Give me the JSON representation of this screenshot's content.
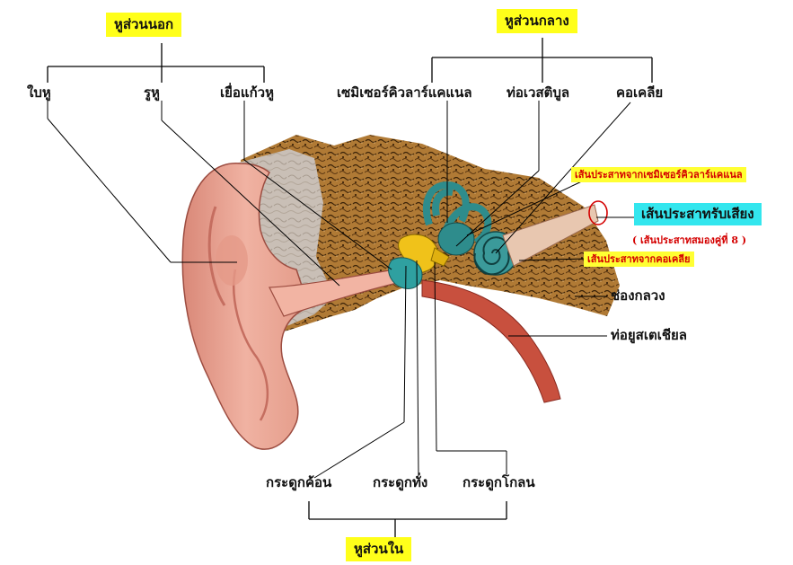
{
  "groups": {
    "outer_ear": "หูส่วนนอก",
    "middle_ear": "หูส่วนกลาง",
    "inner_ear": "หูส่วนใน"
  },
  "labels": {
    "pinna": "ใบหู",
    "ear_canal": "รูหู",
    "eardrum": "เยื่อแก้วหู",
    "semicircular_canal": "เซมิเซอร์คิวลาร์แคแนล",
    "vestibule": "ท่อเวสติบูล",
    "cochlea": "คอเคลีย",
    "nerve_from_semicircular": "เส้นประสาทจากเซมิเซอร์คิวลาร์แคแนล",
    "auditory_nerve": "เส้นประสาทรับเสียง",
    "cranial_nerve_note": "( เส้นประสาทสมองคู่ที่ 8 )",
    "nerve_from_cochlea": "เส้นประสาทจากคอเคลีย",
    "middle_ear_cavity": "ช่องกลวง",
    "eustachian_tube": "ท่อยูสเตเชียล",
    "malleus": "กระดูกค้อน",
    "incus": "กระดูกทั่ง",
    "stapes": "กระดูกโกลน"
  },
  "colors": {
    "highlight_yellow": "#ffff1a",
    "highlight_cyan": "#33e6ee",
    "note_red": "#d40000",
    "skin": "#e8a090",
    "bone_brown": "#8a5a1e",
    "cochlea_teal": "#2e8c8c"
  }
}
